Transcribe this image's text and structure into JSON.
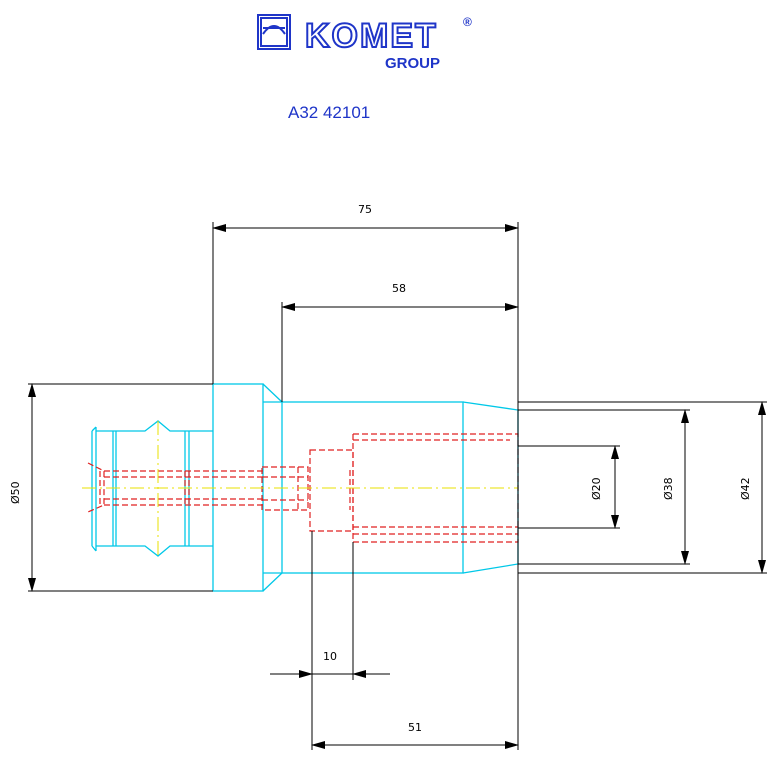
{
  "logo": {
    "brand": "KOMET",
    "registered": "®",
    "group": "GROUP",
    "icon": "komet-arc-logo-icon",
    "color": "#1f35c8"
  },
  "part_number": "A32 42101",
  "colors": {
    "outline": "#00c8e8",
    "hidden": "#e02020",
    "centerline": "#e8e000",
    "dimension": "#000000"
  },
  "dimensions": {
    "overall_length": "75",
    "body_length": "58",
    "bore_depth": "51",
    "step_length": "10",
    "dia_shank": "Ø50",
    "dia_bore": "Ø20",
    "dia_neck": "Ø38",
    "dia_body": "Ø42"
  }
}
